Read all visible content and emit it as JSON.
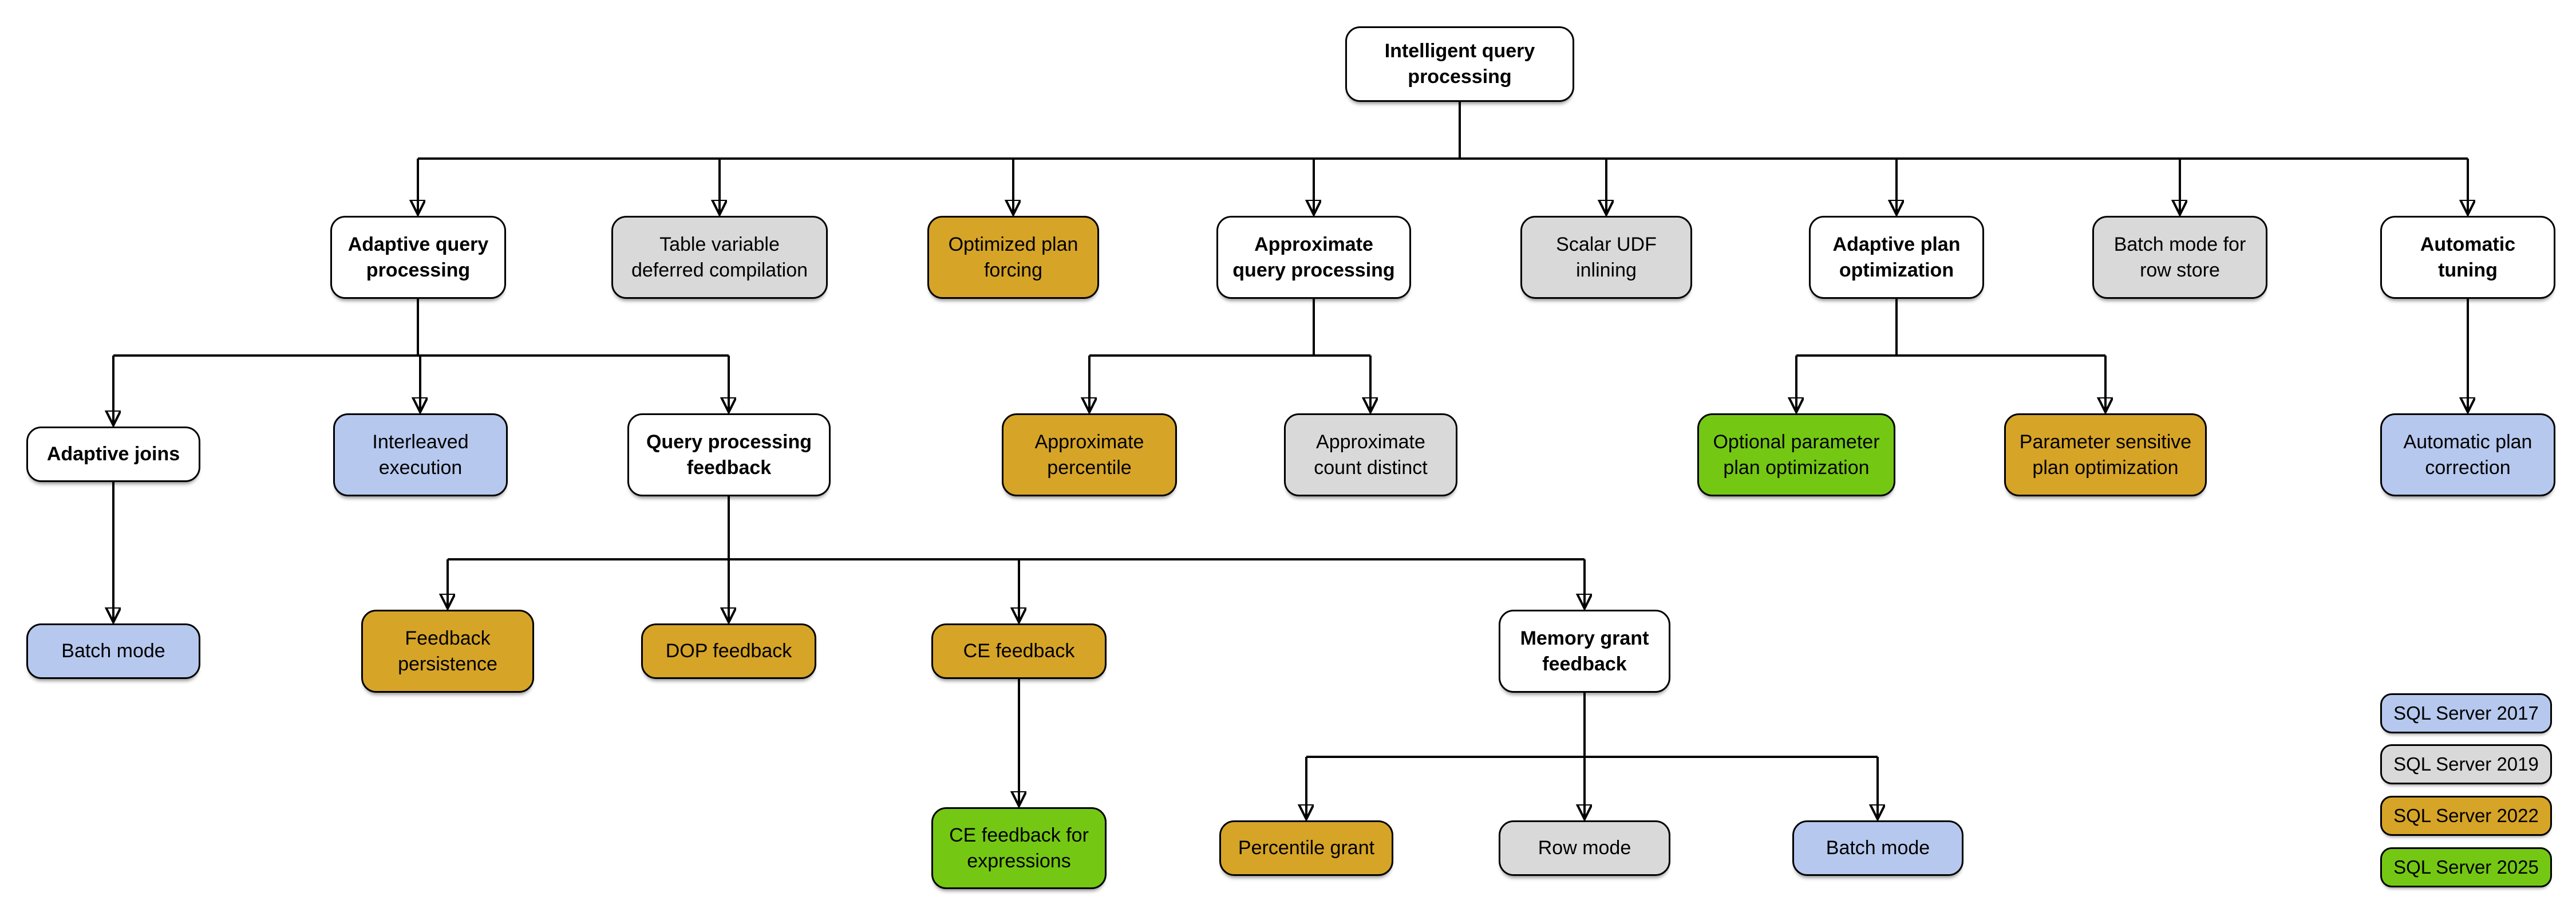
{
  "title": "Intelligent query processing",
  "colors": {
    "sql2017_blue": "#b6c8ee",
    "sql2019_gray": "#d9d9d9",
    "sql2022_gold": "#d6a427",
    "sql2025_green": "#74c814",
    "group_white": "#ffffff",
    "line_black": "#000000"
  },
  "legend": [
    {
      "label": "SQL Server 2017",
      "color": "#b6c8ee"
    },
    {
      "label": "SQL Server 2019",
      "color": "#d9d9d9"
    },
    {
      "label": "SQL Server 2022",
      "color": "#d6a427"
    },
    {
      "label": "SQL Server 2025",
      "color": "#74c814"
    }
  ],
  "nodes": [
    {
      "id": "iqp",
      "label": "Intelligent query\nprocessing",
      "version": "group",
      "fill": "#ffffff",
      "parent": null
    },
    {
      "id": "aqp",
      "label": "Adaptive query\nprocessing",
      "version": "group",
      "fill": "#ffffff",
      "parent": "iqp"
    },
    {
      "id": "tvdc",
      "label": "Table variable\ndeferred compilation",
      "version": "2019",
      "fill": "#d9d9d9",
      "parent": "iqp"
    },
    {
      "id": "opf",
      "label": "Optimized plan\nforcing",
      "version": "2022",
      "fill": "#d6a427",
      "parent": "iqp"
    },
    {
      "id": "apqp",
      "label": "Approximate\nquery processing",
      "version": "group",
      "fill": "#ffffff",
      "parent": "iqp"
    },
    {
      "id": "sudf",
      "label": "Scalar UDF\ninlining",
      "version": "2019",
      "fill": "#d9d9d9",
      "parent": "iqp"
    },
    {
      "id": "apo",
      "label": "Adaptive plan\noptimization",
      "version": "group",
      "fill": "#ffffff",
      "parent": "iqp"
    },
    {
      "id": "bmrs",
      "label": "Batch mode for\nrow store",
      "version": "2019",
      "fill": "#d9d9d9",
      "parent": "iqp"
    },
    {
      "id": "at",
      "label": "Automatic\ntuning",
      "version": "group",
      "fill": "#ffffff",
      "parent": "iqp"
    },
    {
      "id": "aj",
      "label": "Adaptive joins",
      "version": "group",
      "fill": "#ffffff",
      "parent": "aqp"
    },
    {
      "id": "ie",
      "label": "Interleaved\nexecution",
      "version": "2017",
      "fill": "#b6c8ee",
      "parent": "aqp"
    },
    {
      "id": "qpf",
      "label": "Query processing\nfeedback",
      "version": "group",
      "fill": "#ffffff",
      "parent": "aqp"
    },
    {
      "id": "ap",
      "label": "Approximate\npercentile",
      "version": "2022",
      "fill": "#d6a427",
      "parent": "apqp"
    },
    {
      "id": "acd",
      "label": "Approximate\ncount distinct",
      "version": "2019",
      "fill": "#d9d9d9",
      "parent": "apqp"
    },
    {
      "id": "oppo",
      "label": "Optional parameter\nplan optimization",
      "version": "2025",
      "fill": "#74c814",
      "parent": "apo"
    },
    {
      "id": "pspo",
      "label": "Parameter sensitive\nplan optimization",
      "version": "2022",
      "fill": "#d6a427",
      "parent": "apo"
    },
    {
      "id": "apc",
      "label": "Automatic plan\ncorrection",
      "version": "2017",
      "fill": "#b6c8ee",
      "parent": "at"
    },
    {
      "id": "bm1",
      "label": "Batch mode",
      "version": "2017",
      "fill": "#b6c8ee",
      "parent": "aj"
    },
    {
      "id": "fp",
      "label": "Feedback\npersistence",
      "version": "2022",
      "fill": "#d6a427",
      "parent": "qpf"
    },
    {
      "id": "dop",
      "label": "DOP feedback",
      "version": "2022",
      "fill": "#d6a427",
      "parent": "qpf"
    },
    {
      "id": "ce",
      "label": "CE feedback",
      "version": "2022",
      "fill": "#d6a427",
      "parent": "qpf"
    },
    {
      "id": "mgf",
      "label": "Memory grant\nfeedback",
      "version": "group",
      "fill": "#ffffff",
      "parent": "qpf"
    },
    {
      "id": "cefe",
      "label": "CE feedback for\nexpressions",
      "version": "2025",
      "fill": "#74c814",
      "parent": "ce"
    },
    {
      "id": "pg",
      "label": "Percentile grant",
      "version": "2022",
      "fill": "#d6a427",
      "parent": "mgf"
    },
    {
      "id": "rm",
      "label": "Row mode",
      "version": "2019",
      "fill": "#d9d9d9",
      "parent": "mgf"
    },
    {
      "id": "bm2",
      "label": "Batch mode",
      "version": "2017",
      "fill": "#b6c8ee",
      "parent": "mgf"
    }
  ]
}
